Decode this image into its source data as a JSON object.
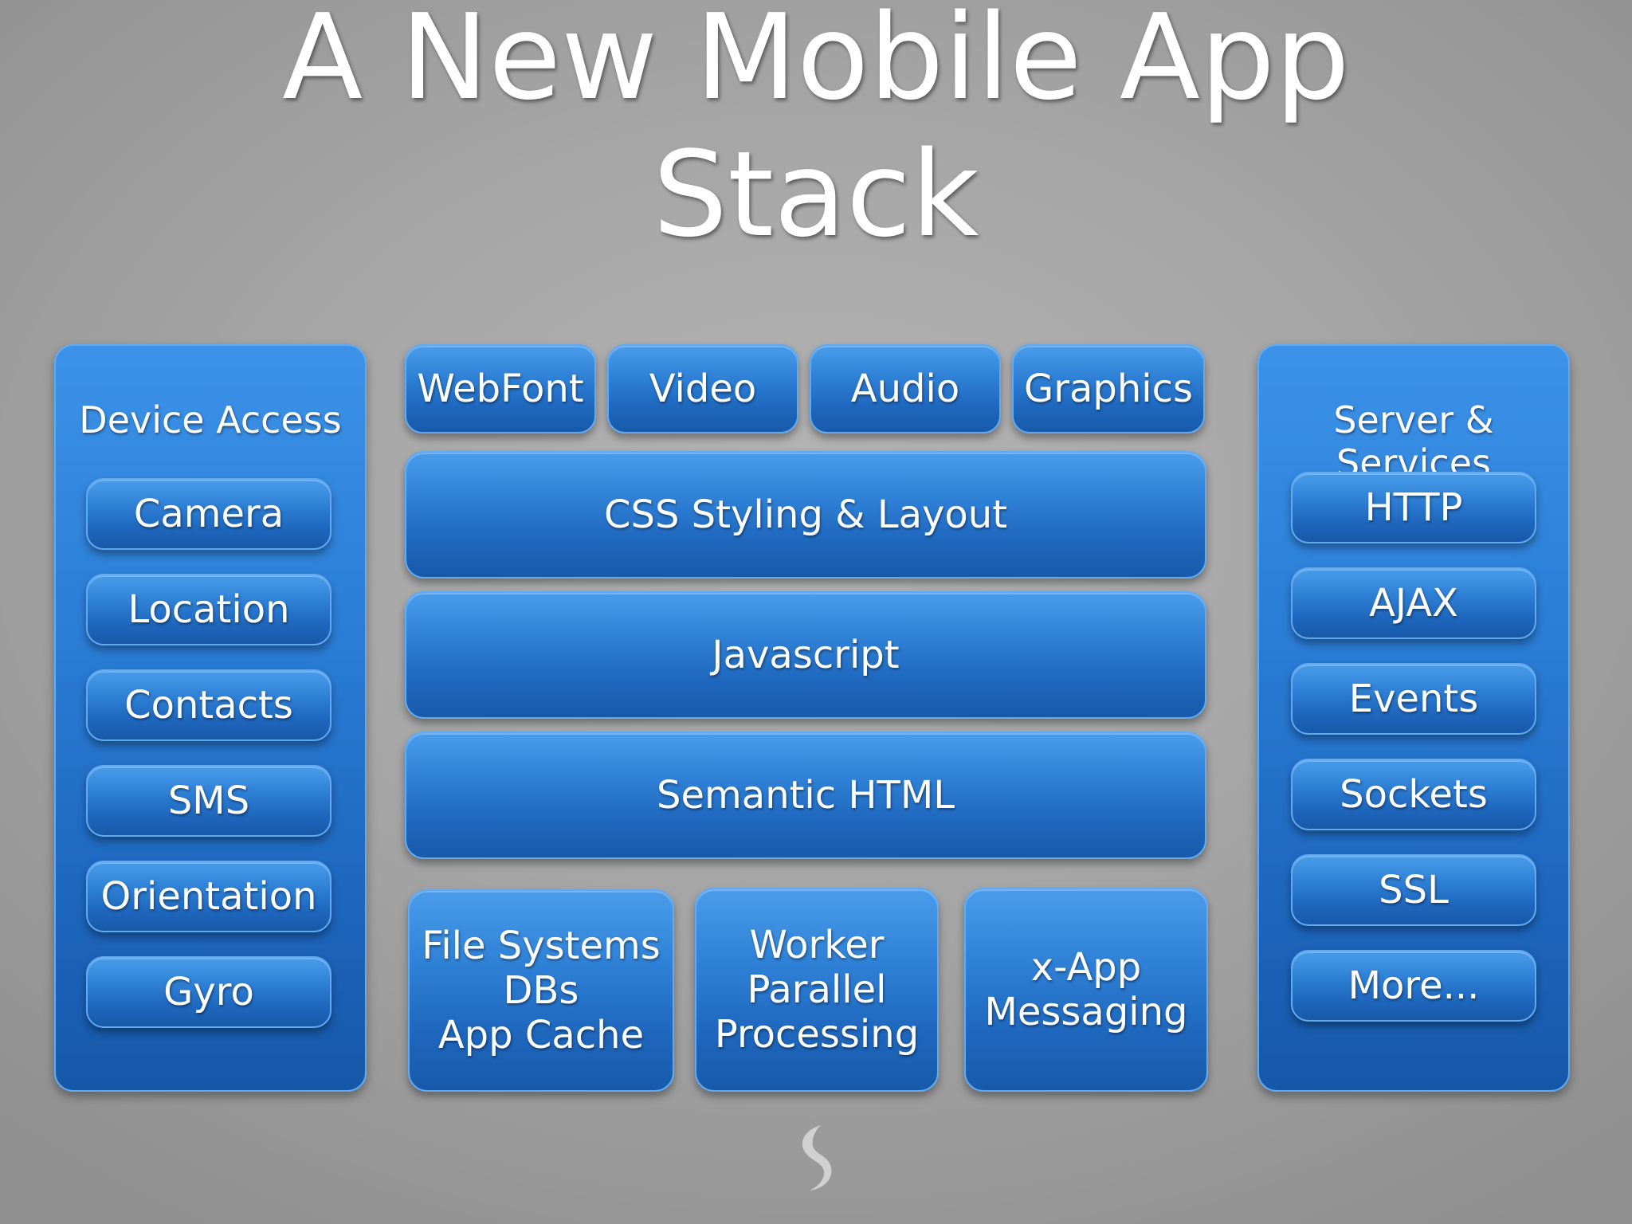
{
  "slide": {
    "title_line1": "A New Mobile App",
    "title_line2": "Stack"
  },
  "device_access": {
    "title": "Device Access",
    "items": [
      "Camera",
      "Location",
      "Contacts",
      "SMS",
      "Orientation",
      "Gyro"
    ]
  },
  "html5": {
    "media": [
      "WebFont",
      "Video",
      "Audio",
      "Graphics"
    ],
    "layers": [
      "CSS Styling & Layout",
      "Javascript",
      "Semantic HTML"
    ],
    "storage": [
      "File Systems",
      "DBs",
      "App Cache"
    ],
    "workers": [
      "Worker",
      "Parallel",
      "Processing"
    ],
    "messaging": [
      "x-App",
      "Messaging"
    ]
  },
  "server_services": {
    "title_line1": "Server &",
    "title_line2": "Services",
    "items": [
      "HTTP",
      "AJAX",
      "Events",
      "Sockets",
      "SSL",
      "More..."
    ]
  },
  "colors": {
    "background": "#a6a6a6",
    "box_blue": "#2a7cd5",
    "box_border": "#5faaf2",
    "text": "#ffffff"
  },
  "icons": {
    "footer_logo": "s-swirl-logo-icon"
  }
}
